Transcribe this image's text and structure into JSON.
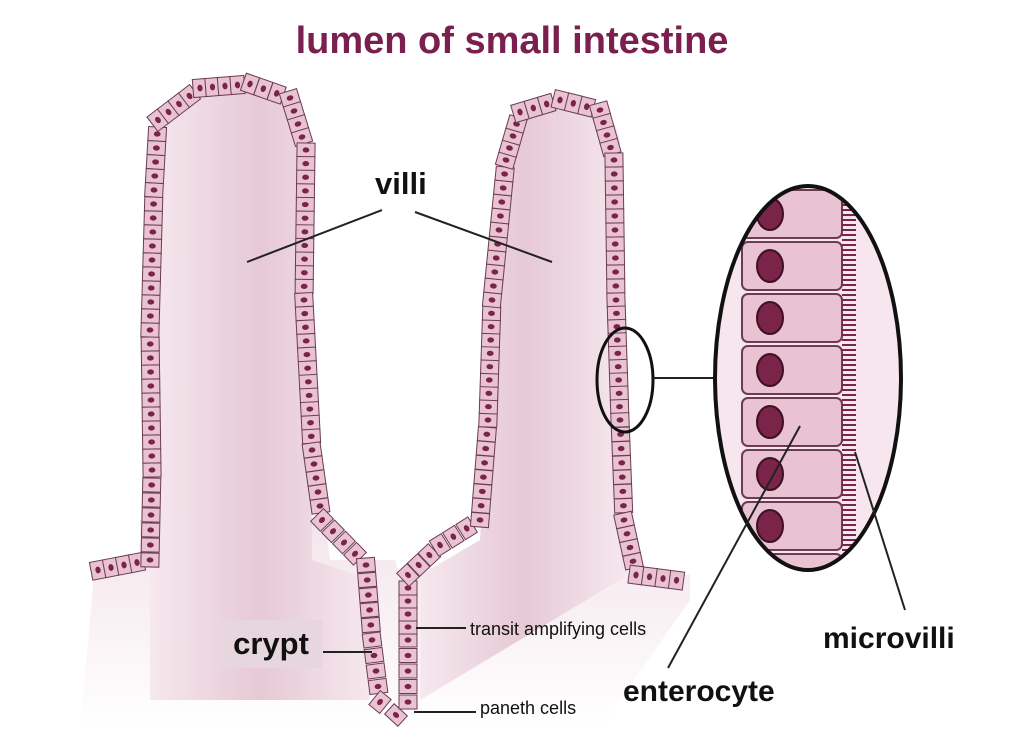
{
  "title": "lumen of small intestine",
  "labels": {
    "villi": "villi",
    "crypt": "crypt",
    "transit": "transit amplifying cells",
    "paneth": "paneth cells",
    "microvilli": "microvilli",
    "enterocyte": "enterocyte"
  },
  "colors": {
    "title": "#7a1f4e",
    "tissue": "#efdbe3",
    "cell_fill": "#e9c3d1",
    "cell_stroke": "#6b3b52",
    "nucleus": "#7a2449",
    "outline": "#111111"
  }
}
